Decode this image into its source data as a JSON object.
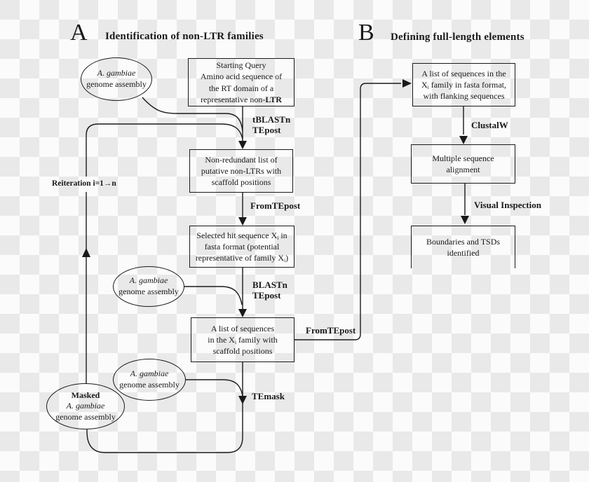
{
  "colors": {
    "ink": "#1a1a1a",
    "checker_light": "#fbfbfb",
    "checker_dark": "#e9e9e9"
  },
  "panel_a": {
    "label": "A",
    "title": "Identification of non-LTR families",
    "ellipse_genome_top": {
      "species": "A. gambiae",
      "line2": "genome assembly"
    },
    "box_starting_query": {
      "line1": "Starting Query",
      "line2": "Amino acid sequence of",
      "line3": "the RT domain of a",
      "line4_pre": "representative non-",
      "line4_bold": "LTR"
    },
    "edge_tblastn": {
      "line1": "tBLASTn",
      "line2": "TEpost"
    },
    "box_nonredundant": {
      "line1": "Non-redundant list of",
      "line2": "putative non-LTRs with",
      "line3": "scaffold positions"
    },
    "edge_fromtepost_down": "FromTEpost",
    "box_selected_hit": {
      "line1_pre": "Selected hit sequence X",
      "line1_sub": "i",
      "line1_post": " in",
      "line2": "fasta format (potential",
      "line3_pre": "representative of family X",
      "line3_sub": "i",
      "line3_post": ")"
    },
    "edge_blastn": {
      "line1": "BLASTn",
      "line2": "TEpost"
    },
    "ellipse_genome_mid": {
      "species": "A. gambiae",
      "line2": "genome assembly"
    },
    "box_family_list": {
      "line1": "A list of sequences",
      "line2_pre": "in the X",
      "line2_sub": "i",
      "line2_post": " family with",
      "line3": "scaffold positions"
    },
    "edge_fromtepost_right": "FromTEpost",
    "edge_temask": "TEmask",
    "ellipse_genome_bottom": {
      "species": "A. gambiae",
      "line2": "genome assembly"
    },
    "ellipse_masked": {
      "line1": "Masked",
      "species": "A. gambiae",
      "line3": "genome assembly"
    },
    "edge_reiteration": "Reiteration i=1→n"
  },
  "panel_b": {
    "label": "B",
    "title": "Defining full-length elements",
    "box_flanking_list": {
      "line1": "A list of sequences in the",
      "line2_pre": "X",
      "line2_sub": "i",
      "line2_post": " family in fasta format,",
      "line3": "with flanking sequences"
    },
    "edge_clustalw": "ClustalW",
    "box_alignment": {
      "line1": "Multiple sequence",
      "line2": "alignment"
    },
    "edge_visual_inspection": "Visual Inspection",
    "box_boundaries": {
      "line1": "Boundaries and TSDs",
      "line2": "identified"
    }
  }
}
